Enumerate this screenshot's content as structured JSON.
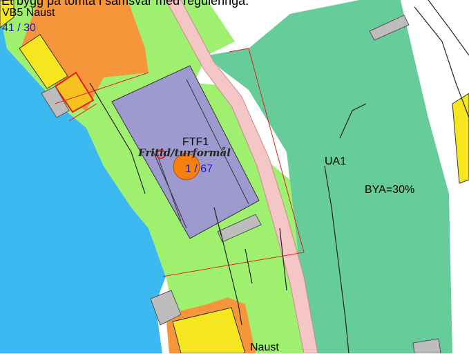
{
  "caption": "Et bygg på tomta i samsvar med reguleringa.",
  "labels": {
    "vb5": "VB5 Naust",
    "parcel_top": "41 / 30",
    "ftf1": "FTF1",
    "fritid": "Fritid/turformål",
    "parcel_mid": "1 / 67",
    "ua1": "UA1",
    "bya": "BYA=30%",
    "naust_bottom": "Naust"
  },
  "colors": {
    "water": "#3cb9f0",
    "green_area": "#a0f070",
    "orange_area": "#f7953a",
    "teal_area": "#66cc99",
    "lavender_building": "#9e9ad0",
    "pink_road": "#f5c6c6",
    "yellow_building": "#f5e61f",
    "gray_structure": "#bdbdbd",
    "marker": "#f77f0c",
    "boundary_red": "#e02020"
  },
  "icons": {
    "marker": "orange-circle-marker",
    "sign": "red-circle-symbol"
  }
}
